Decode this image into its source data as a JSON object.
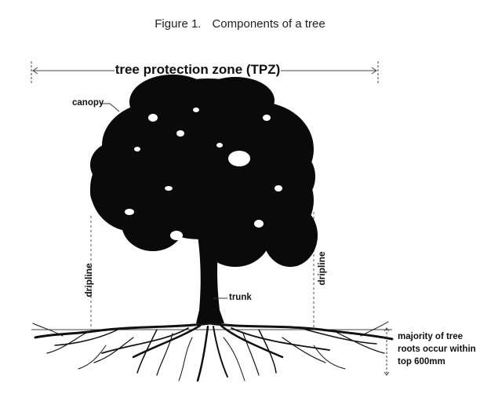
{
  "caption": {
    "number": "Figure 1.",
    "text": "Components of a tree"
  },
  "labels": {
    "tpz": "tree protection zone (TPZ)",
    "canopy": "canopy",
    "dripline_left": "dripline",
    "dripline_right": "dripline",
    "trunk": "trunk",
    "root_note_line1": "majority of tree",
    "root_note_line2": "roots occur within",
    "root_note_line3": "top 600mm"
  }
}
